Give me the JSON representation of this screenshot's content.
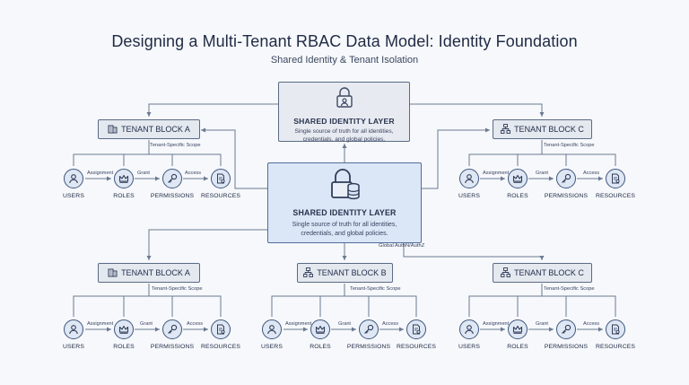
{
  "title": "Designing a Multi-Tenant RBAC Data Model: Identity Foundation",
  "subtitle": "Shared Identity & Tenant Isolation",
  "shared_top": {
    "title": "SHARED IDENTITY LAYER",
    "description": "Single source of truth for all identities, credentials, and global policies."
  },
  "shared_main": {
    "title": "SHARED IDENTITY LAYER",
    "description": "Single source of truth for all identities, credentials, and global policies.",
    "footer": "Global AuthN/AuthZ"
  },
  "tenants": {
    "top_a": {
      "name": "TENANT BLOCK A",
      "scope": "Tenant-Specific Scope"
    },
    "top_c": {
      "name": "TENANT BLOCK C",
      "scope": "Tenant-Specific Scope"
    },
    "bot_a": {
      "name": "TENANT BLOCK A",
      "scope": "Tenant-Specific Scope"
    },
    "bot_b": {
      "name": "TENANT BLOCK B",
      "scope": "Tenant-Specific Scope"
    },
    "bot_c": {
      "name": "TENANT BLOCK C",
      "scope": "Tenant-Specific Scope"
    }
  },
  "nodes": {
    "users": "USERS",
    "roles": "ROLES",
    "permissions": "PERMISSIONS",
    "resources": "RESOURCES"
  },
  "edges": {
    "assignment": "Assignment",
    "grant": "Grant",
    "access": "Access"
  },
  "icons": {
    "tenant_a": "building-icon",
    "tenant_b": "hierarchy-icon",
    "tenant_c": "hierarchy-icon",
    "shared": "lock-database-icon",
    "users": "user-icon",
    "roles": "crown-icon",
    "permissions": "key-icon",
    "resources": "document-icon"
  },
  "colors": {
    "line": "#6b7a92",
    "node_fill": "#dfe7f4",
    "node_stroke": "#3d557c",
    "shared_fill": "#dbe6f7",
    "tenant_fill": "#e4e8ef"
  }
}
